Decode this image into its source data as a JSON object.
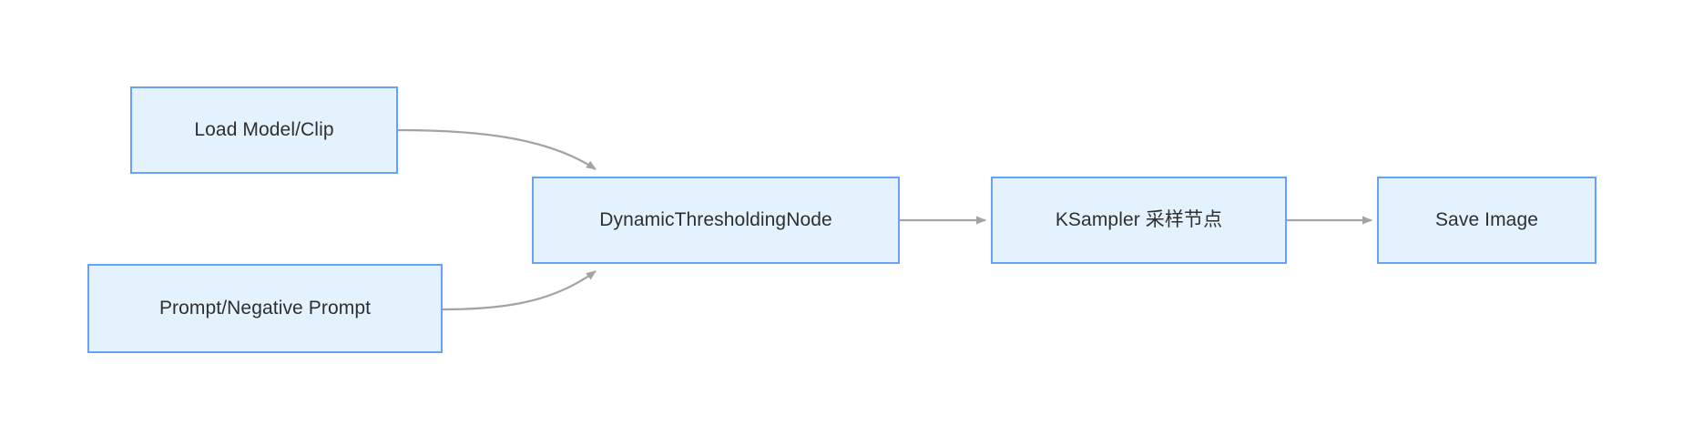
{
  "diagram": {
    "type": "flowchart",
    "direction": "left-to-right",
    "background_color": "#ffffff",
    "node_fill_color": "#e4f2fd",
    "node_border_color": "#6aa0f5",
    "node_text_color": "#2f2f2f",
    "edge_color": "#a3a3a3",
    "nodes": [
      {
        "id": "load_model",
        "label": "Load Model/Clip"
      },
      {
        "id": "prompt",
        "label": "Prompt/Negative Prompt"
      },
      {
        "id": "dynamic_thresh",
        "label": "DynamicThresholdingNode"
      },
      {
        "id": "ksampler",
        "label": "KSampler 采样节点"
      },
      {
        "id": "save_image",
        "label": "Save Image"
      }
    ],
    "edges": [
      {
        "from": "load_model",
        "to": "dynamic_thresh",
        "style": "curved",
        "arrowhead": "triangle",
        "label": ""
      },
      {
        "from": "prompt",
        "to": "dynamic_thresh",
        "style": "curved",
        "arrowhead": "triangle",
        "label": ""
      },
      {
        "from": "dynamic_thresh",
        "to": "ksampler",
        "style": "straight",
        "arrowhead": "triangle",
        "label": ""
      },
      {
        "from": "ksampler",
        "to": "save_image",
        "style": "straight",
        "arrowhead": "triangle",
        "label": ""
      }
    ]
  }
}
